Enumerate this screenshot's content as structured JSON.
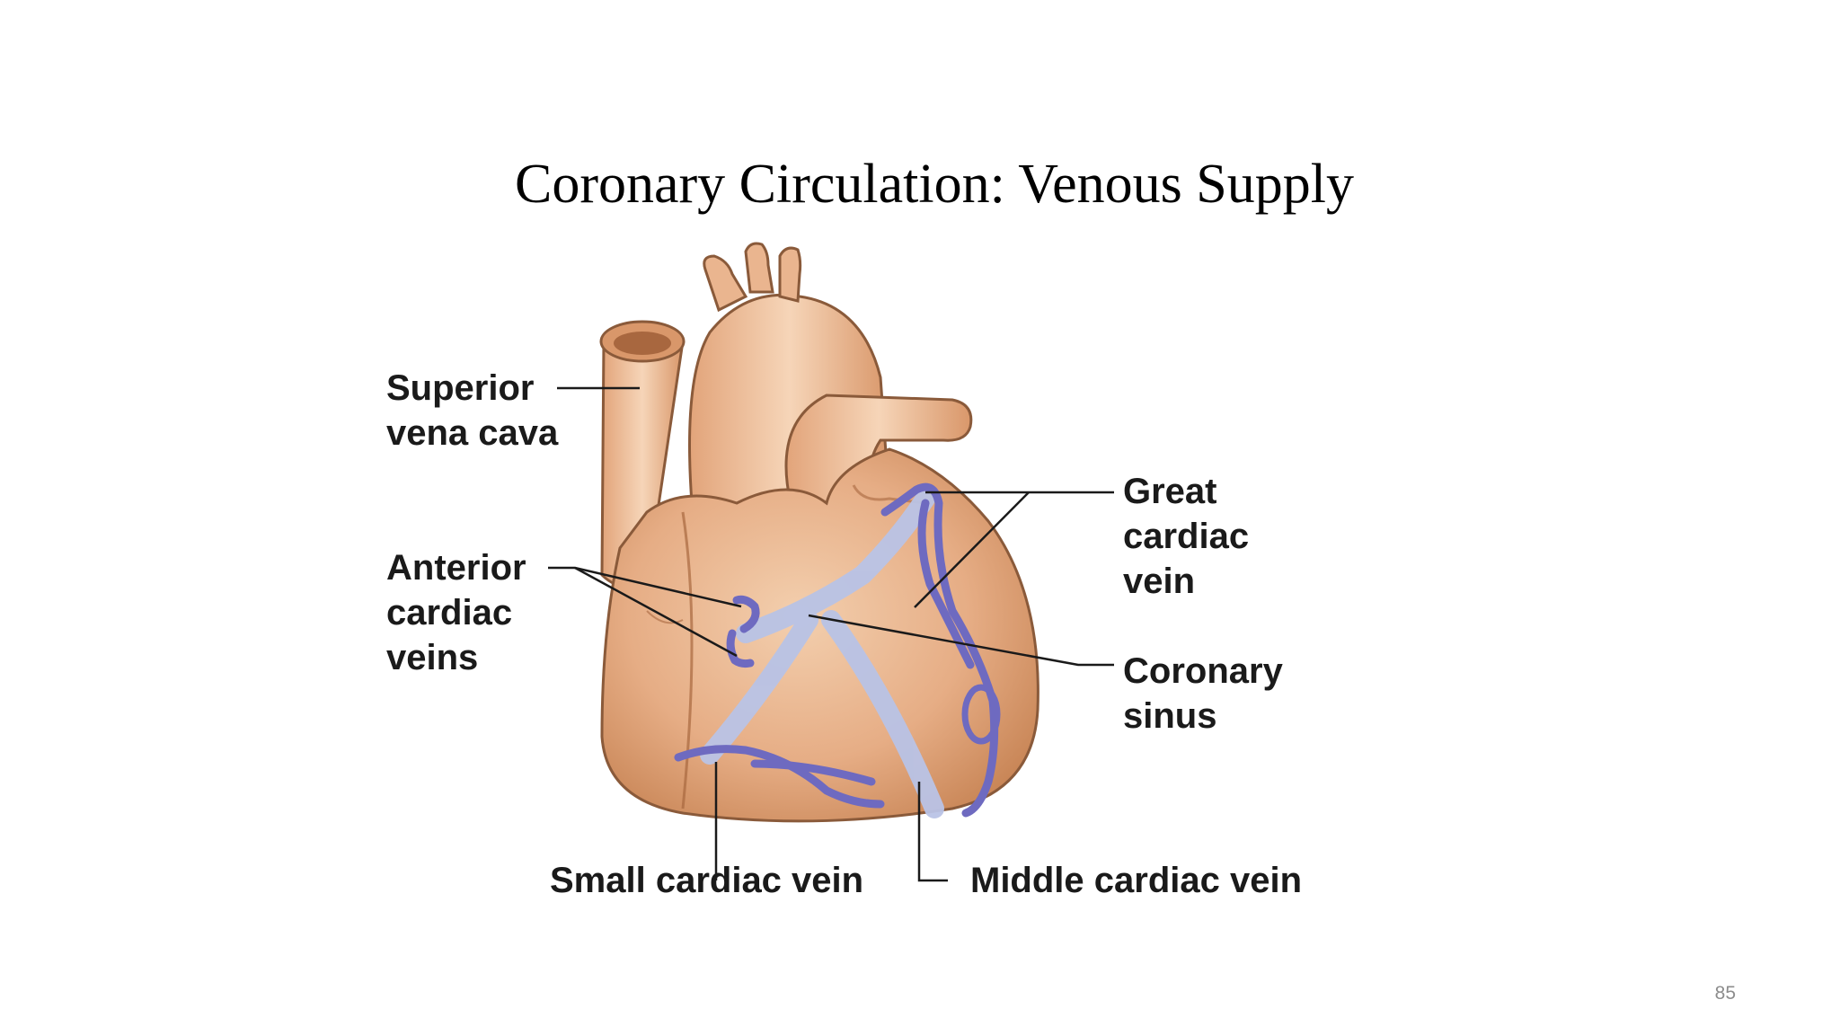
{
  "slide": {
    "title": "Coronary Circulation: Venous Supply",
    "page_number": "85"
  },
  "diagram": {
    "subject": "Anterior view of the heart showing cardiac veins",
    "colors": {
      "heart": "#e8b48e",
      "heart_shadow": "#c98a5c",
      "vein": "#7c78c8",
      "vein_light": "#b9c3e6"
    },
    "labels": {
      "superior_vena_cava": [
        "Superior",
        "vena cava"
      ],
      "anterior_cardiac_veins": [
        "Anterior",
        "cardiac",
        "veins"
      ],
      "great_cardiac_vein": [
        "Great",
        "cardiac",
        "vein"
      ],
      "coronary_sinus": [
        "Coronary",
        "sinus"
      ],
      "small_cardiac_vein": "Small cardiac vein",
      "middle_cardiac_vein": "Middle cardiac vein"
    }
  }
}
